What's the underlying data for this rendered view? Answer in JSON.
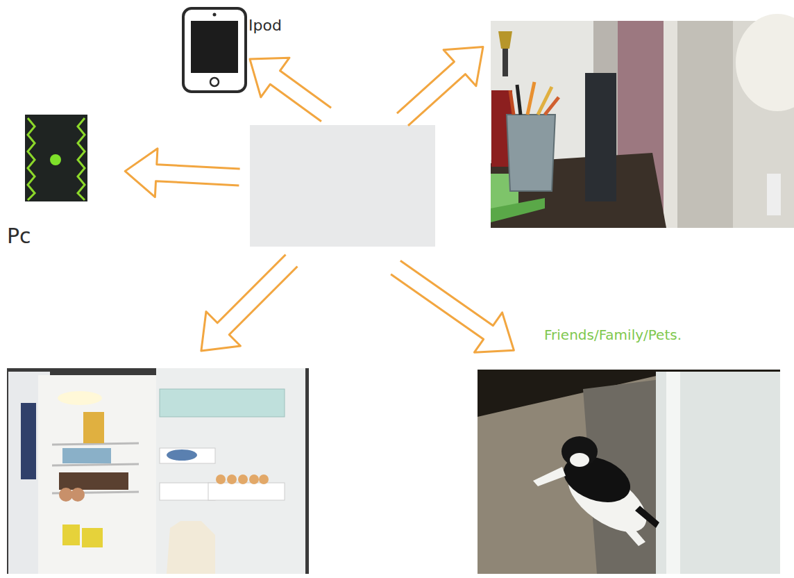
{
  "diagram": {
    "labels": [
      "Ipod",
      "Pc",
      "Friends/Family/Pets."
    ]
  }
}
